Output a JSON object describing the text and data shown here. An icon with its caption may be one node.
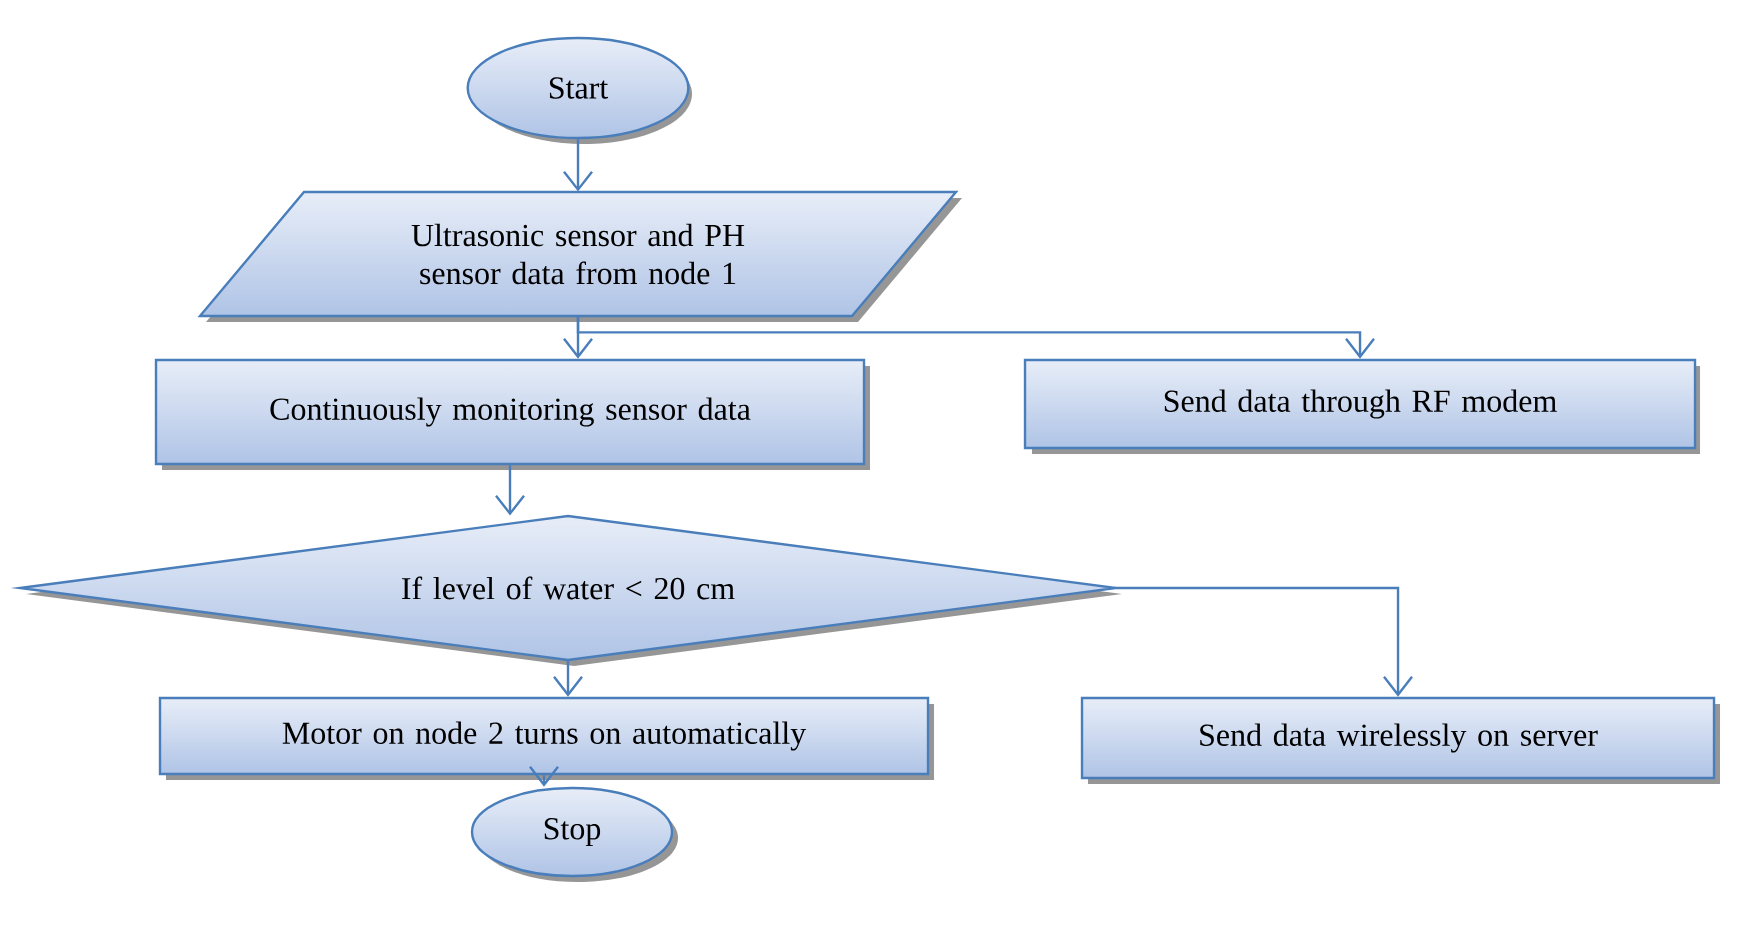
{
  "diagram": {
    "nodes": [
      {
        "text": [
          "Start"
        ]
      },
      {
        "text": [
          "Ultrasonic sensor and PH sensor data from node 1"
        ]
      },
      {
        "text": [
          "Continuously monitoring sensor data"
        ]
      },
      {
        "text": [
          "Send data through RF modem"
        ]
      },
      {
        "text": [
          "If level of water < 20 cm"
        ]
      },
      {
        "text": [
          "Motor on node 2 turns on automatically"
        ]
      },
      {
        "text": [
          "Send data wirelessly on server"
        ]
      },
      {
        "text": [
          "Stop"
        ]
      }
    ],
    "edges": [
      {
        "from": 0,
        "to": 1,
        "arrow": "to"
      },
      {
        "from": 1,
        "to": 2,
        "arrow": "to"
      },
      {
        "from": 1,
        "to": 3,
        "arrow": "to"
      },
      {
        "from": 2,
        "to": 4,
        "arrow": "to"
      },
      {
        "from": 4,
        "to": 5,
        "arrow": "to"
      },
      {
        "from": 4,
        "to": 6,
        "arrow": "to"
      },
      {
        "from": 5,
        "to": 7,
        "arrow": "to"
      }
    ]
  }
}
